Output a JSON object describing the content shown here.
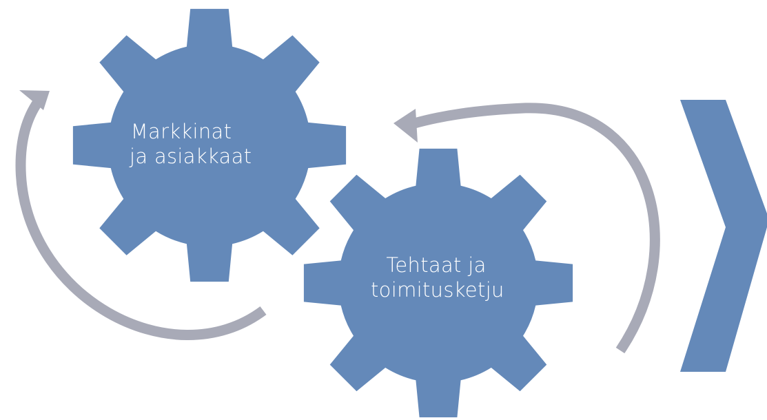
{
  "colors": {
    "gear": "#6489b9",
    "arrow": "#a8aab7",
    "text": "#ffffff",
    "background": "#ffffff"
  },
  "diagram": {
    "gears": [
      {
        "line1": "Markkinat",
        "line2": "ja asiakkaat"
      },
      {
        "line1": "Tehtaat ja",
        "line2": "toimitusketju"
      }
    ],
    "cycle_arrows": [
      "left-cycle-arrow",
      "right-cycle-arrow"
    ],
    "forward_chevron": "chevron-right-icon"
  }
}
